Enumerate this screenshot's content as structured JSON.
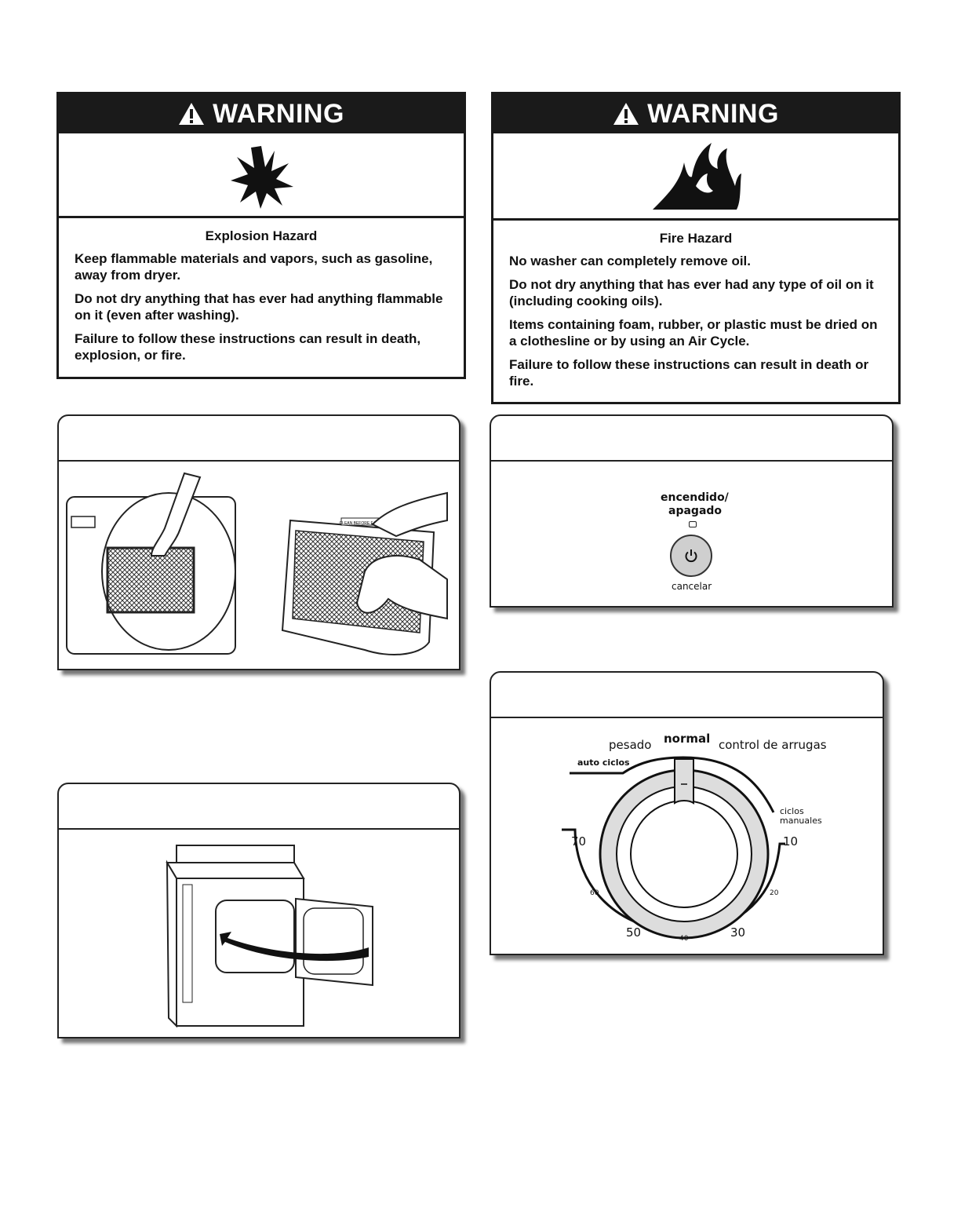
{
  "warning_left": {
    "header": "WARNING",
    "pictogram": "explosion-icon",
    "hazard_title": "Explosion Hazard",
    "paragraphs": [
      "Keep flammable materials and vapors, such as gasoline, away from dryer.",
      "Do not dry anything that has ever had anything flammable on it (even after washing).",
      "Failure to follow these instructions can result in death, explosion, or fire."
    ]
  },
  "warning_right": {
    "header": "WARNING",
    "pictogram": "fire-icon",
    "hazard_title": "Fire Hazard",
    "paragraphs": [
      "No washer can completely remove oil.",
      "Do not dry anything that has ever had any type of oil on it (including cooking oils).",
      "Items containing foam, rubber, or plastic must be dried on a clothesline or by using an Air Cycle.",
      "Failure to follow these instructions can result in death or fire."
    ]
  },
  "lint_screen": {
    "tag": "CLEAN BEFORE EACH LOAD"
  },
  "power_panel": {
    "label_top": "encendido/",
    "label_top2": "apagado",
    "label_bottom": "cancelar",
    "button_icon": "power-icon"
  },
  "cycle_dial": {
    "normal": "normal",
    "pesado": "pesado",
    "control": "control de arrugas",
    "auto": "auto ciclos",
    "manual1": "ciclos",
    "manual2": "manuales",
    "t70": "70",
    "t60": "60",
    "t50": "50",
    "t40": "40",
    "t30": "30",
    "t20": "20",
    "t10": "10"
  }
}
